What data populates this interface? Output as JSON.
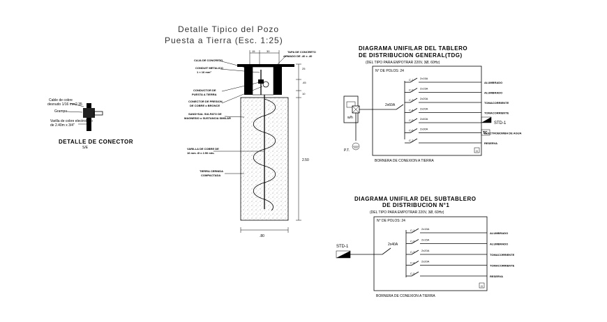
{
  "pit": {
    "title_line1": "Detalle Tipico del Pozo",
    "title_line2": "Puesta a Tierra  (Esc. 1:25)",
    "dim_top_a": "15",
    "dim_top_b": "30",
    "dim_right_1": "25",
    "dim_right_2": ".45",
    "dim_right_3": "10",
    "dim_depth": "2.50",
    "dim_bottom": ".80",
    "label_caja": "CAJA DE CONCRETO",
    "label_conduit": "CONDUIT METALICO",
    "label_conduit_2": "1 × 16 mm²",
    "label_tapa": "TAPA DE CONCRETO",
    "label_tapa_2": "ARMADO DE .40 x .40",
    "label_conductor": "CONDUCTOR DE",
    "label_conductor_2": "PUESTA A TIERRA",
    "label_conector": "CONECTOR DE PRESION",
    "label_conector_2": "DE COBRE o BRONCE",
    "label_sal": "SAND+SAL SULFATO DE",
    "label_sal_2": "MAGNESIO o SUSTANCIA SIMILAR",
    "label_varilla": "VARILLA DE COBRE DE",
    "label_varilla_2": "16 mm. Ø x 2.50 mts.",
    "label_tierra": "TIERRA CERNIDA",
    "label_tierra_2": "COMPACTADA"
  },
  "connector": {
    "title": "DETALLE DE CONECTOR",
    "subtitle": "S/E",
    "label_cable": "Cable de cobre",
    "label_cable_2": "desnudo 1/16 mm2 35",
    "label_grampa": "Grampa",
    "label_varilla": "Varilla de cobre electrolitico",
    "label_varilla_2": "de 2.40m x 3/4\""
  },
  "tdg": {
    "title_1": "DIAGRAMA UNIFILAR DEL TABLERO",
    "title_2": "DE DISTRIBUCION GENERAL(TDG)",
    "subtitle": "(DEL TIPO PARA EMPOTRAR 220V, 3Ø, 60Hz)",
    "poles": "N° DE POLOS: 24",
    "main": "2x60A",
    "meter": "w/h",
    "ground": "P.T.",
    "bornera": "BORNERA DE CONEXION A TIERRA",
    "circuits": [
      {
        "id": "C-1",
        "breaker": "2x15A",
        "load": "ALUMBRADO"
      },
      {
        "id": "C-2",
        "breaker": "2x15A",
        "load": "ALUMBRADO"
      },
      {
        "id": "C-3",
        "breaker": "2x20A",
        "load": "TOMACORRIENTE"
      },
      {
        "id": "C-4",
        "breaker": "2x20A",
        "load": "TOMACORRIENTE"
      },
      {
        "id": "C-5",
        "breaker": "2x40A",
        "load": "STD-1"
      },
      {
        "id": "C-6",
        "breaker": "2x30A",
        "load": "ELECTROBOMBA DE AGUA"
      },
      {
        "id": "C-7",
        "breaker": "",
        "load": "RESERVA"
      }
    ],
    "tc_tag": "TC"
  },
  "std": {
    "title_1": "DIAGRAMA UNIFILAR DEL SUBTABLERO",
    "title_2": "DE DISTRIBUCION N°1",
    "subtitle": "(DEL TIPO PARA EMPOTRAR 220V, 3Ø, 60Hz)",
    "poles": "N° DE POLOS: 24",
    "main": "2x40A",
    "feed": "STD-1",
    "bornera": "BORNERA DE CONEXION A TIERRA",
    "circuits": [
      {
        "id": "C-1",
        "breaker": "2x15A",
        "load": "ALUMBRADO"
      },
      {
        "id": "C-2",
        "breaker": "2x15A",
        "load": "ALUMBRADO"
      },
      {
        "id": "C-3",
        "breaker": "2x20A",
        "load": "TOMACORRIENTE"
      },
      {
        "id": "C-4",
        "breaker": "2x20A",
        "load": "TOMACORRIENTE"
      },
      {
        "id": "C-5",
        "breaker": "",
        "load": "RESERVA"
      }
    ]
  }
}
